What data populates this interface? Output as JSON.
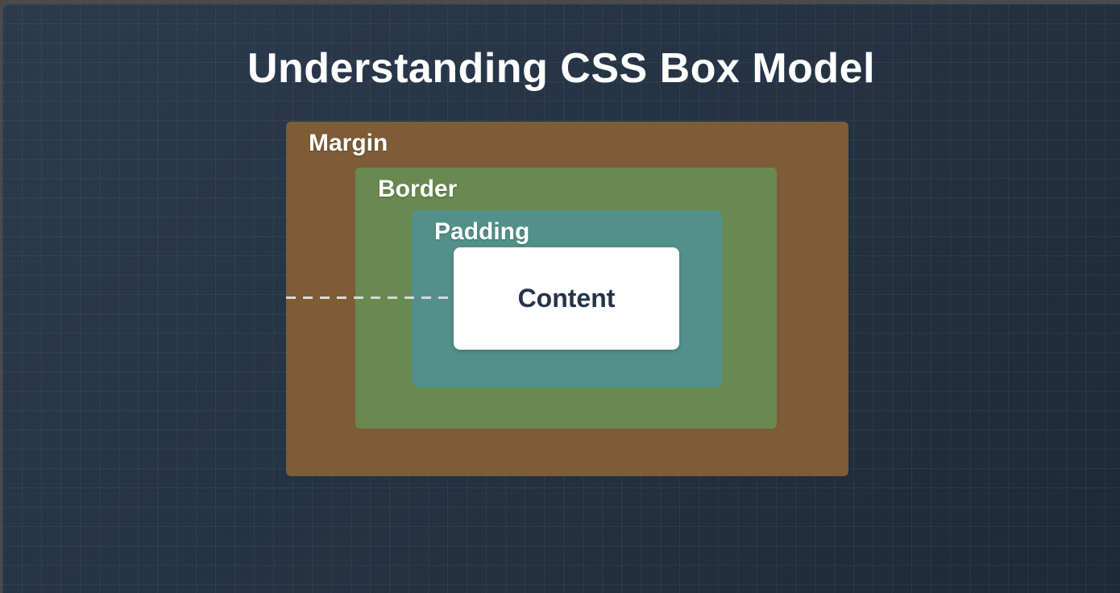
{
  "title": "Understanding CSS Box Model",
  "diagram": {
    "layers": {
      "margin": {
        "label": "Margin",
        "color": "#7d5c36"
      },
      "border": {
        "label": "Border",
        "color": "#688a51"
      },
      "padding": {
        "label": "Padding",
        "color": "#539089"
      },
      "content": {
        "label": "Content",
        "color": "#ffffff",
        "text_color": "#253349"
      }
    },
    "guide_line": {
      "type": "dashed-horizontal",
      "color": "#d8d8d8"
    }
  },
  "colors": {
    "frame": "#4a4a4a",
    "canvas_top": "#2b3a4d",
    "canvas_bottom": "#1e2937",
    "grid_line": "rgba(255,255,255,0.05)",
    "title_text": "#ffffff",
    "label_text": "#ffffff"
  }
}
